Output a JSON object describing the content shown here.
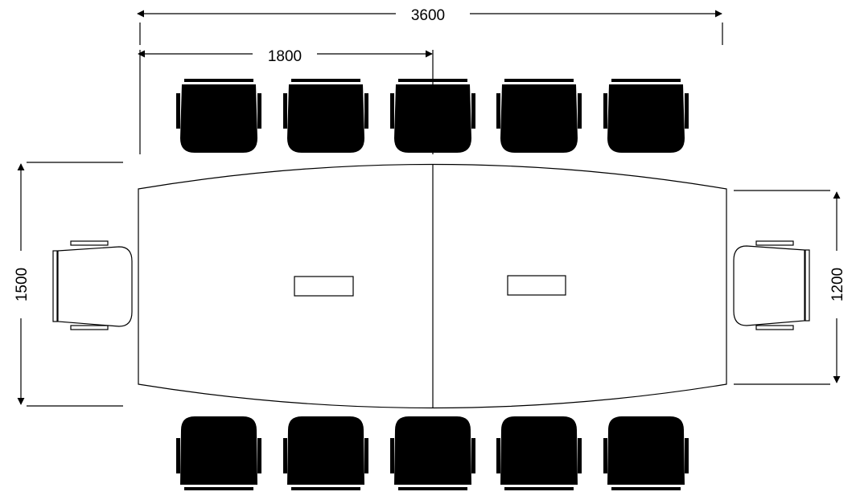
{
  "diagram": {
    "dimensions": {
      "total_length": "3600",
      "half_length": "1800",
      "end_width_left": "1500",
      "end_width_right": "1200"
    },
    "chairs": {
      "top_row": 5,
      "bottom_row": 5,
      "left_end": 1,
      "right_end": 1
    },
    "table": {
      "sections": 2,
      "cable_ports": 2
    },
    "colors": {
      "line": "#000000",
      "background": "#ffffff"
    }
  }
}
